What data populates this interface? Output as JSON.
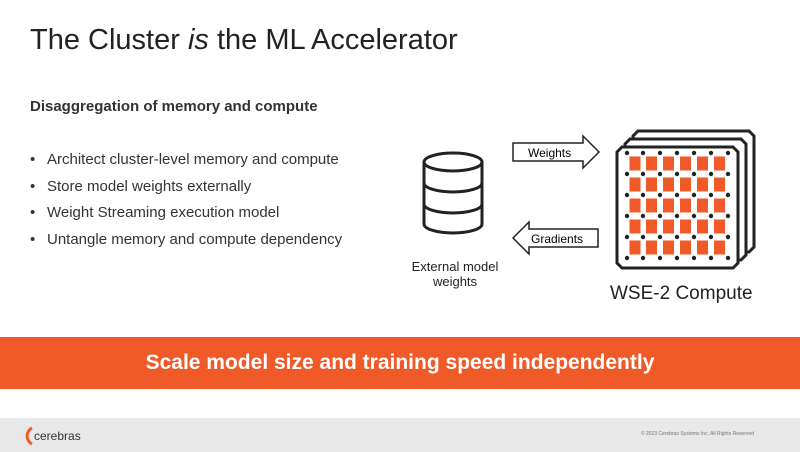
{
  "title": "The Cluster is the ML Accelerator",
  "title_parts": {
    "a": "The Cluster ",
    "b": "is",
    "c": " the ML Accelerator"
  },
  "subtitle": "Disaggregation of memory and compute",
  "bullets": [
    "Architect cluster-level memory and compute",
    "Store model weights externally",
    "Weight Streaming execution model",
    "Untangle memory and compute dependency"
  ],
  "diagram": {
    "weights_label": "Weights",
    "gradients_label": "Gradients",
    "storage_label_1": "External model",
    "storage_label_2": "weights",
    "compute_label": "WSE-2 Compute"
  },
  "banner": "Scale model size and training speed independently",
  "footer": {
    "logo": "cerebras",
    "copyright": "© 2023 Cerebras Systems Inc. All Rights Reserved"
  },
  "colors": {
    "accent": "#f05a28",
    "footer_bg": "#e8e8e8"
  }
}
